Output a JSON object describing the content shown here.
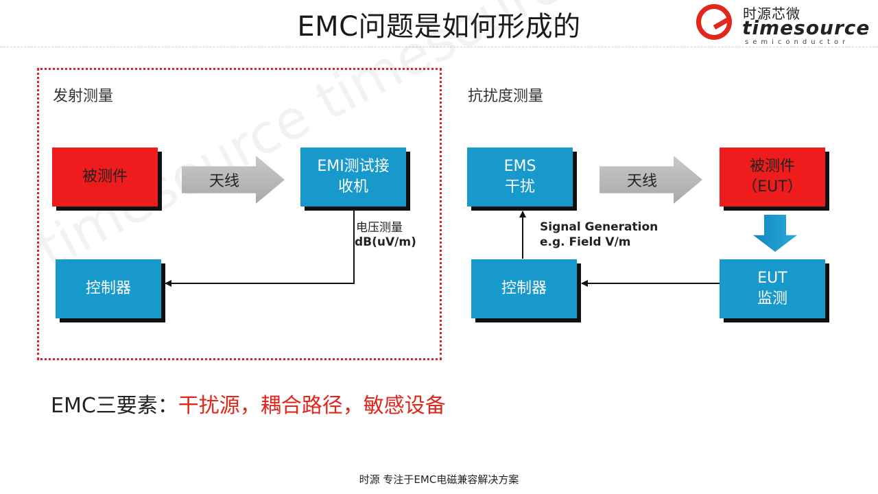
{
  "title": "EMC问题是如何形成的",
  "logo": {
    "cn": "时源芯微",
    "en": "timesource",
    "sub": "semiconductor"
  },
  "watermark": "timesource timesource timesource",
  "emission": {
    "title": "发射测量",
    "eut_label": "被测件",
    "antenna_label": "天线",
    "receiver_line1": "EMI测试接",
    "receiver_line2": "收机",
    "voltage_label": "电压测量",
    "voltage_unit": "dB(uV/m)",
    "controller_label": "控制器"
  },
  "immunity": {
    "title": "抗扰度测量",
    "ems_line1": "EMS",
    "ems_line2": "干扰",
    "antenna_label": "天线",
    "eut_line1": "被测件",
    "eut_line2": "（EUT）",
    "signal_line1": "Signal Generation",
    "signal_line2": "e.g. Field V/m",
    "controller_label": "控制器",
    "monitor_line1": "EUT",
    "monitor_line2": "监测"
  },
  "emc_elements": {
    "prefix": "EMC三要素：",
    "highlight": "干扰源，耦合路径，敏感设备"
  },
  "footer": "时源 专注于EMC电磁兼容解决方案",
  "colors": {
    "red": "#ee1c1c",
    "blue": "#1799cc",
    "frame": "#e02020",
    "accent": "#e1261c"
  }
}
